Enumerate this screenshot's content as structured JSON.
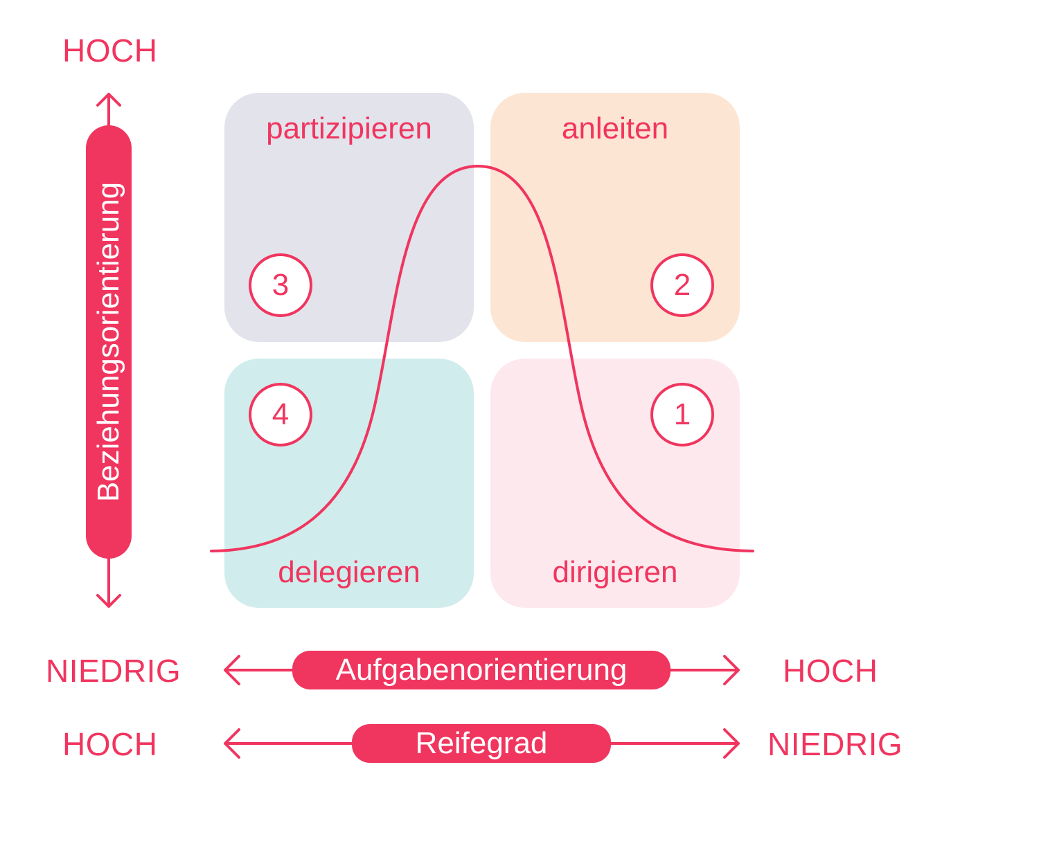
{
  "colors": {
    "accent": "#f0355f",
    "participate_bg": "#e3e3ec",
    "guide_bg": "#fde5d3",
    "delegate_bg": "#d1ecec",
    "direct_bg": "#fde9ed"
  },
  "vertical_axis": {
    "top_label": "HOCH",
    "title": "Beziehungsorientierung"
  },
  "quadrants": {
    "top_left": {
      "label": "partizipieren",
      "number": "3"
    },
    "top_right": {
      "label": "anleiten",
      "number": "2"
    },
    "bottom_left": {
      "label": "delegieren",
      "number": "4"
    },
    "bottom_right": {
      "label": "dirigieren",
      "number": "1"
    }
  },
  "task_axis": {
    "left_label": "NIEDRIG",
    "title": "Aufgabenorientierung",
    "right_label": "HOCH"
  },
  "maturity_axis": {
    "left_label": "HOCH",
    "title": "Reifegrad",
    "right_label": "NIEDRIG"
  }
}
